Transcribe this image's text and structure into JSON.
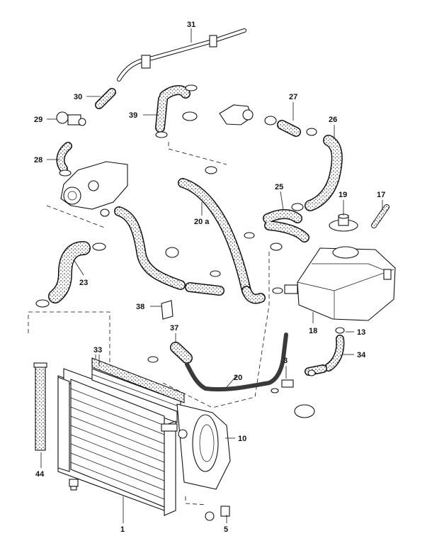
{
  "diagram": {
    "colors": {
      "ink": "#111111",
      "paper": "#ffffff",
      "hose_fill": "#cfcfcf",
      "highlight_hose": "#3a3a3a"
    },
    "callouts": {
      "n1": "1",
      "n3": "3",
      "n5": "5",
      "n10": "10",
      "n13": "13",
      "n17": "17",
      "n18": "18",
      "n19": "19",
      "n20": "20",
      "n20a": "20 a",
      "n23": "23",
      "n25": "25",
      "n26": "26",
      "n27": "27",
      "n28": "28",
      "n29": "29",
      "n30": "30",
      "n31": "31",
      "n33": "33",
      "n34": "34",
      "n37": "37",
      "n38": "38",
      "n39": "39",
      "n44": "44"
    }
  }
}
